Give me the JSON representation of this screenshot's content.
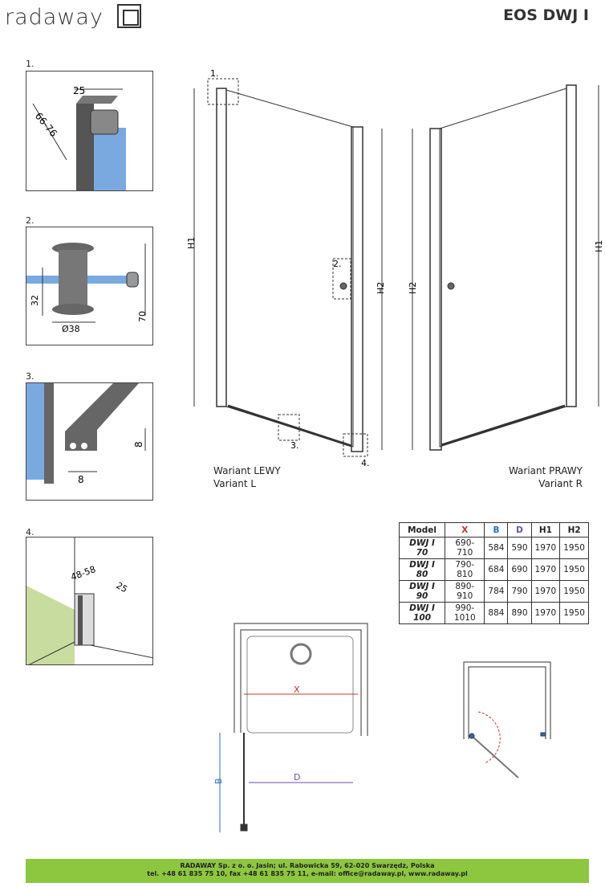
{
  "header": {
    "logo_text": "radaway",
    "title": "EOS DWJ I"
  },
  "details": [
    {
      "label": "1.",
      "dims": [
        "25",
        "66-76"
      ]
    },
    {
      "label": "2.",
      "dims": [
        "32",
        "Ø38",
        "70"
      ]
    },
    {
      "label": "3.",
      "dims": [
        "8",
        "8"
      ]
    },
    {
      "label": "4.",
      "dims": [
        "48-58",
        "25"
      ]
    }
  ],
  "doors": {
    "markers": [
      "1.",
      "2.",
      "3.",
      "4."
    ],
    "h1": "H1",
    "h2": "H2",
    "left_caption": [
      "Wariant LEWY",
      "Variant L"
    ],
    "right_caption": [
      "Wariant PRAWY",
      "Variant R"
    ]
  },
  "table": {
    "headers": [
      "Model",
      "X",
      "B",
      "D",
      "H1",
      "H2"
    ],
    "header_colors": [
      "#222222",
      "#c0392b",
      "#2e6db4",
      "#6a4fa0",
      "#222222",
      "#222222"
    ],
    "rows": [
      [
        "DWJ I 70",
        "690-710",
        "584",
        "590",
        "1970",
        "1950"
      ],
      [
        "DWJ I 80",
        "790-810",
        "684",
        "690",
        "1970",
        "1950"
      ],
      [
        "DWJ I 90",
        "890-910",
        "784",
        "790",
        "1970",
        "1950"
      ],
      [
        "DWJ I 100",
        "990-1010",
        "884",
        "890",
        "1970",
        "1950"
      ]
    ]
  },
  "plan": {
    "x": "X",
    "b": "B",
    "d": "D"
  },
  "footer": {
    "line1": "RADAWAY Sp. z o. o. Jasin; ul. Rabowicka 59, 62-020 Swarzędz, Polska",
    "line2": "tel. +48 61 835 75 10, fax +48 61 835 75 11, e-mail: office@radaway.pl, www.radaway.pl"
  },
  "colors": {
    "footer": "#8dc63f",
    "glass": "#5b8fd6",
    "dim_x": "#c0392b",
    "dim_b": "#2e6db4",
    "dim_d": "#6a4fa0"
  }
}
